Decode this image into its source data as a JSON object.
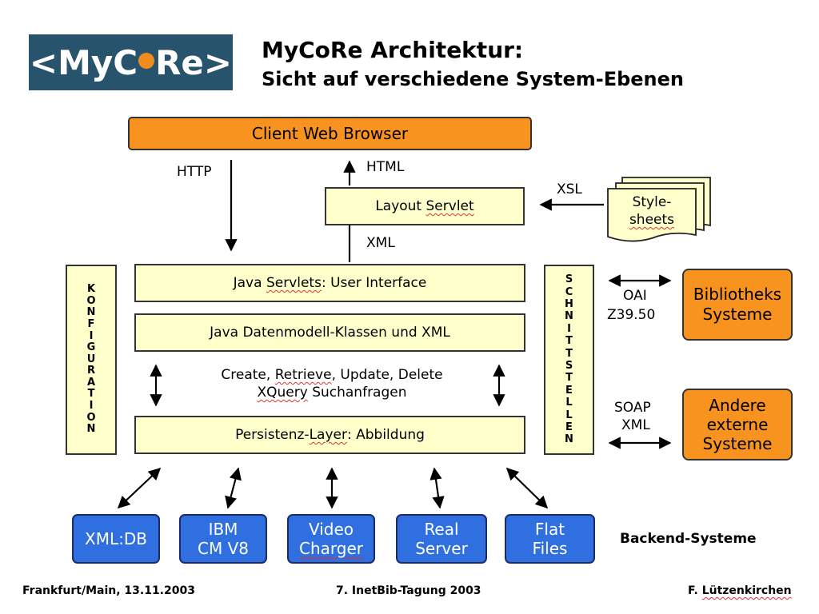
{
  "logo": {
    "pre": "<MyC",
    "post": "Re>"
  },
  "header": {
    "title": "MyCoRe Architektur:",
    "subtitle": "Sicht auf verschiedene System-Ebenen"
  },
  "diagram": {
    "client": "Client Web Browser",
    "http": "HTTP",
    "html": "HTML",
    "xml_label": "XML",
    "xsl": "XSL",
    "layout_servlet": {
      "pre": "Layout ",
      "wavy": "Servlet",
      "post": ""
    },
    "stylesheets": {
      "line1": "Style-",
      "line2": "sheets"
    },
    "servlets_ui": {
      "pre": "Java ",
      "wavy": "Servlets",
      "post": ": User Interface"
    },
    "datenmodell": "Java Datenmodell-Klassen und XML",
    "crud": {
      "pre": "Create, ",
      "wavy": "Retrieve",
      "post": ", Update, Delete"
    },
    "xquery": {
      "wavy": "XQuery",
      "post": " Suchanfragen"
    },
    "persistenz": {
      "pre": "Persistenz-",
      "wavy": "Layer",
      "post": ": Abbildung"
    },
    "konfiguration": [
      "K",
      "O",
      "N",
      "F",
      "I",
      "G",
      "U",
      "R",
      "A",
      "T",
      "I",
      "O",
      "N"
    ],
    "schnittstellen": [
      "S",
      "C",
      "H",
      "N",
      "I",
      "T",
      "T",
      "S",
      "T",
      "E",
      "L",
      "L",
      "E",
      "N"
    ],
    "oai": "OAI",
    "z3950": "Z39.50",
    "soap": "SOAP",
    "soap_xml": "XML",
    "bibliotheks": {
      "line1": "Bibliotheks",
      "line2": "Systeme"
    },
    "andere": {
      "line1": "Andere",
      "line2": "externe",
      "line3": "Systeme"
    },
    "backends": [
      {
        "line1": "XML:DB",
        "line2": ""
      },
      {
        "line1": "IBM",
        "line2": "CM V8"
      },
      {
        "line1": "Video",
        "line2": "Charger"
      },
      {
        "line1": "Real",
        "line2": "Server"
      },
      {
        "line1": "Flat",
        "line2": "Files"
      }
    ],
    "backend_label": "Backend-Systeme"
  },
  "footer": {
    "left": "Frankfurt/Main, 13.11.2003",
    "middle": "7. InetBib-Tagung 2003",
    "right_pre": "F. ",
    "right_wavy": "Lützenkirchen"
  },
  "colors": {
    "yellow_box": "#ffffcc",
    "orange_box": "#f7931e",
    "blue_box": "#2f6fe0",
    "logo_bg": "#27536d",
    "logo_dot": "#f08c1e"
  }
}
